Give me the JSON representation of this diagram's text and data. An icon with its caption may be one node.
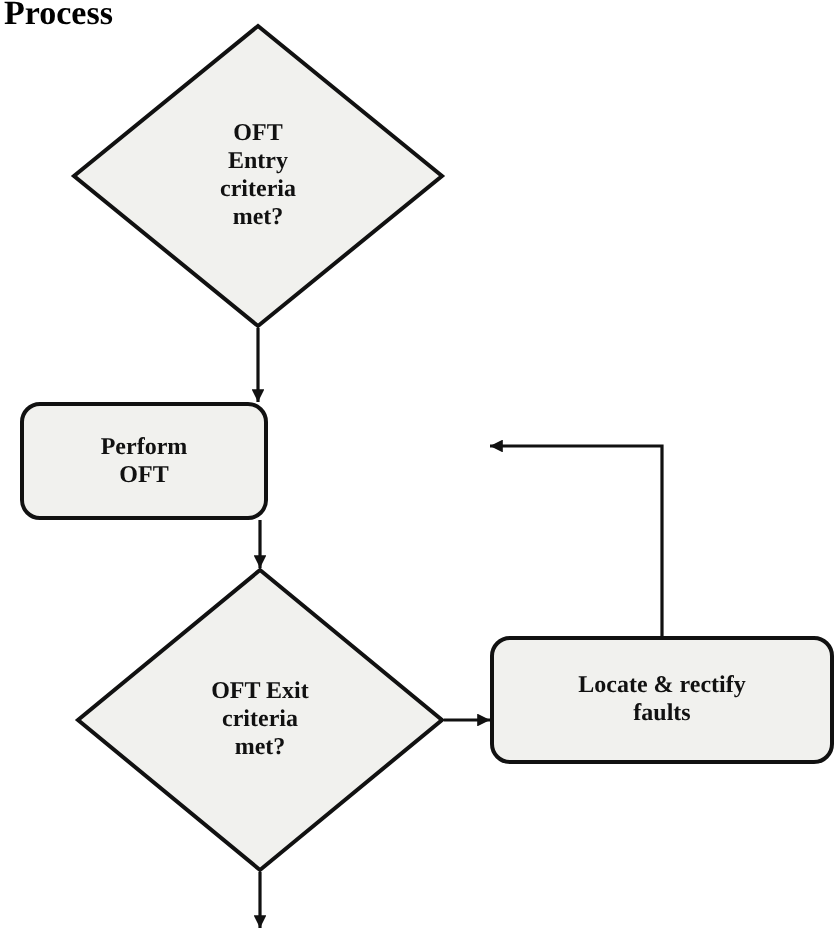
{
  "diagram": {
    "title": "Process",
    "nodes": [
      {
        "text": [
          "OFT Entry criteria met?"
        ]
      },
      {
        "text": [
          "Perform OFT"
        ]
      },
      {
        "text": [
          "OFT Exit criteria met?"
        ]
      },
      {
        "text": [
          "Locate & rectify faults"
        ]
      }
    ],
    "edges": [
      {
        "from": 0,
        "to": 1,
        "arrow": "to"
      },
      {
        "from": 1,
        "to": 2,
        "arrow": "to"
      },
      {
        "from": 2,
        "to": 3,
        "arrow": "to"
      },
      {
        "from": 3,
        "to": null,
        "arrow": "to"
      },
      {
        "from": 2,
        "to": null,
        "arrow": "to"
      }
    ]
  }
}
